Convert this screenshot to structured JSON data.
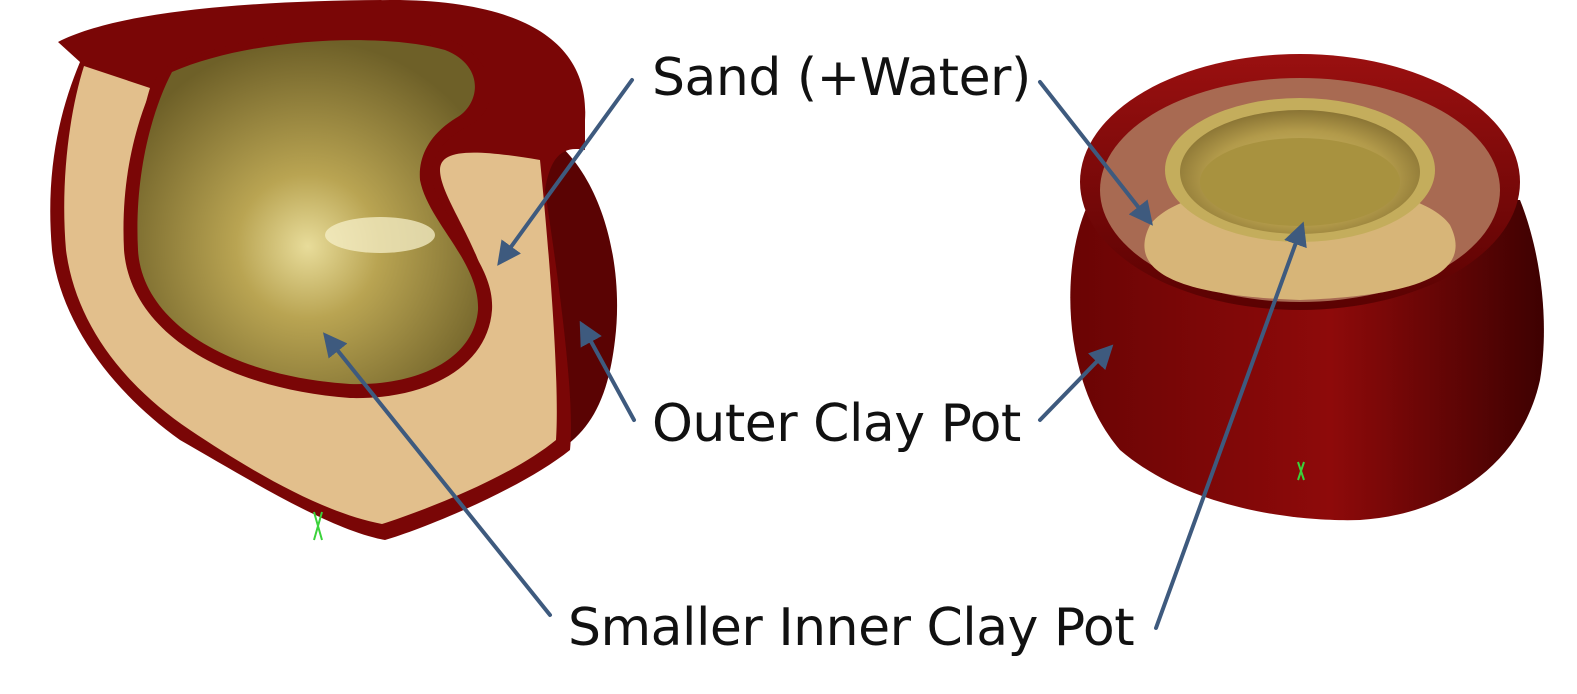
{
  "labels": {
    "sand": "Sand (+Water)",
    "outer_pot": "Outer Clay Pot",
    "inner_pot": "Smaller Inner Clay Pot"
  },
  "colors": {
    "clay": "#7a0606",
    "clay_dark": "#4e0202",
    "sand": "#e2bf8c",
    "inner_pot": "#b49e4c",
    "arrow": "#3e5a7e",
    "background": "#ffffff"
  }
}
